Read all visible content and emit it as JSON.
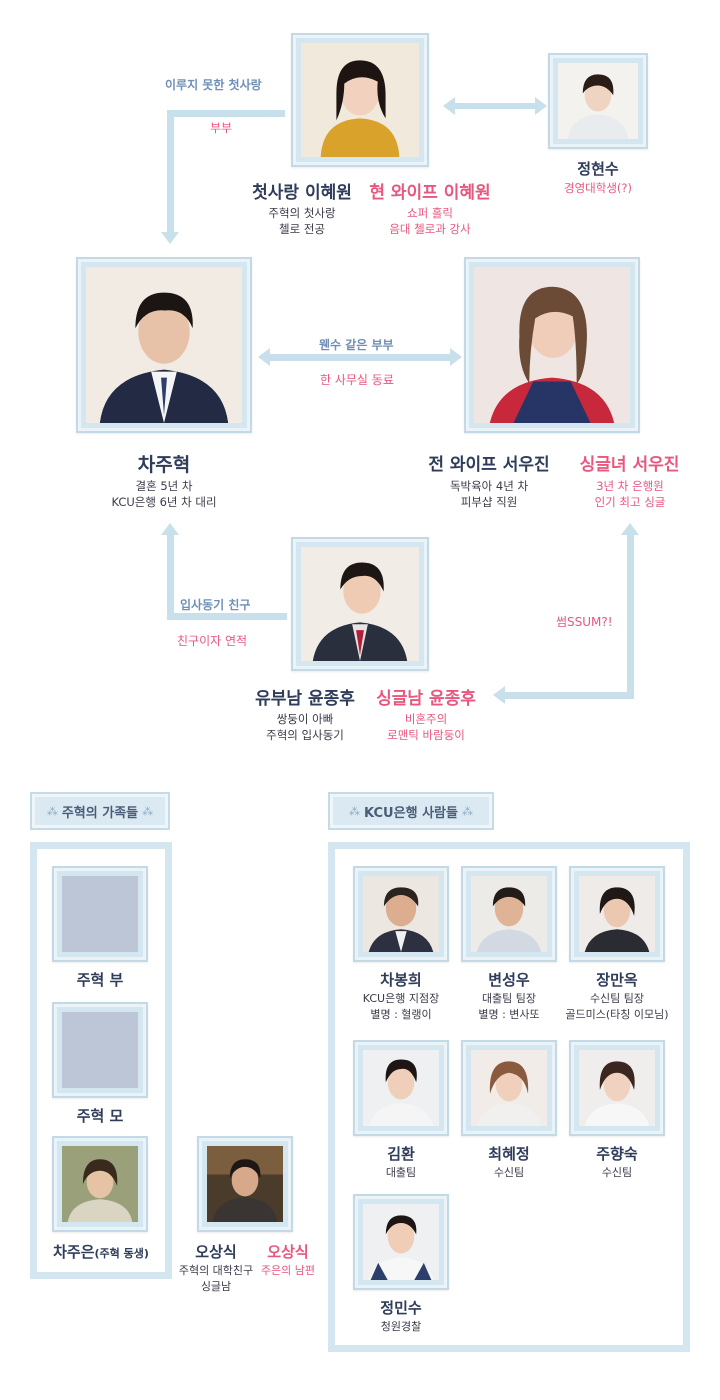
{
  "top": {
    "hyewon": {
      "name_a": "첫사랑 이혜원",
      "desc_a": [
        "주혁의 첫사랑",
        "첼로 전공"
      ],
      "name_b": "현 와이프 이혜원",
      "desc_b": [
        "쇼퍼 홀릭",
        "음대 첼로과 강사"
      ]
    },
    "hyunsoo": {
      "name": "정현수",
      "desc": "경영대학생(?)"
    },
    "juhyuk": {
      "name": "차주혁",
      "desc": [
        "결혼 5년 차",
        "KCU은행 6년 차 대리"
      ]
    },
    "woojin": {
      "name_a": "전 와이프 서우진",
      "desc_a": [
        "독박육아 4년 차",
        "피부샵 직원"
      ],
      "name_b": "싱글녀 서우진",
      "desc_b": [
        "3년 차 은행원",
        "인기 최고 싱글"
      ]
    },
    "jonghoo": {
      "name_a": "유부남 윤종후",
      "desc_a": [
        "쌍둥이 아빠",
        "주혁의 입사동기"
      ],
      "name_b": "싱글남 윤종후",
      "desc_b": [
        "비혼주의",
        "로맨틱 바람둥이"
      ]
    }
  },
  "relations": {
    "first_love": "이루지 못한 첫사랑",
    "couple": "부부",
    "rival_couple": "웬수 같은 부부",
    "coworker": "한 사무실 동료",
    "peer_friend": "입사동기 친구",
    "friend_fate": "친구이자 연적",
    "ssum": "썸SSUM?!"
  },
  "family": {
    "title": "주혁의 가족들",
    "members": [
      {
        "name": "주혁 부"
      },
      {
        "name": "주혁 모"
      },
      {
        "name": "차주은",
        "name_small": "(주혁 동생)"
      }
    ],
    "osangsik": {
      "name_a": "오상식",
      "desc_a": [
        "주혁의 대학친구",
        "싱글남"
      ],
      "name_b": "오상식",
      "desc_b": [
        "주은의 남편"
      ]
    }
  },
  "kcu": {
    "title": "KCU은행 사람들",
    "members": [
      {
        "name": "차봉희",
        "desc": [
          "KCU은행 지점장",
          "별명 : 혈랭이"
        ]
      },
      {
        "name": "변성우",
        "desc": [
          "대출팀 팀장",
          "별명 : 변사또"
        ]
      },
      {
        "name": "장만옥",
        "desc": [
          "수신팀 팀장",
          "골드미스(타칭 이모님)"
        ]
      },
      {
        "name": "김환",
        "desc": [
          "대출팀"
        ]
      },
      {
        "name": "최혜정",
        "desc": [
          "수신팀"
        ]
      },
      {
        "name": "주향숙",
        "desc": [
          "수신팀"
        ]
      },
      {
        "name": "정민수",
        "desc": [
          "청원경찰"
        ]
      }
    ]
  },
  "colors": {
    "frame": "#d4e6ef",
    "line": "#c8dfec",
    "navy": "#2f3c5a",
    "pink": "#e8577e",
    "blue": "#6f8fb5"
  },
  "icons": {
    "ornament": "scroll-ornament"
  }
}
